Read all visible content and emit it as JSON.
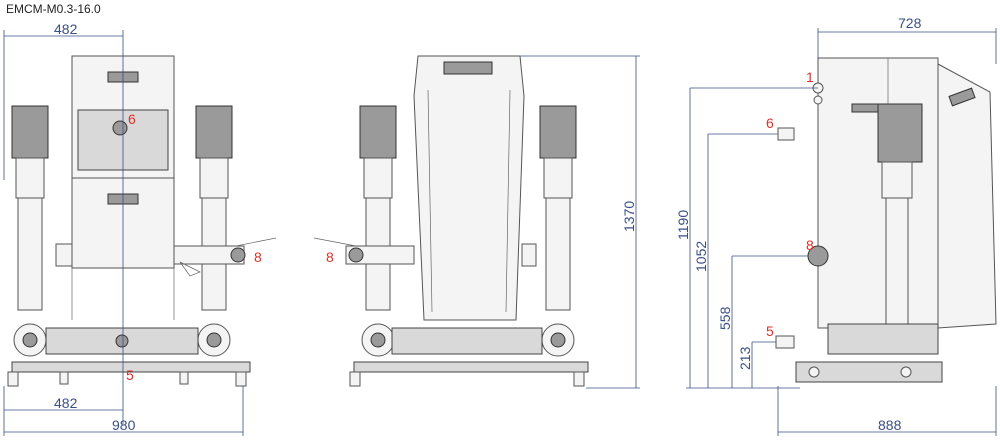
{
  "title": "EMCM-M0.3-16.0",
  "colors": {
    "dimension": "#3a4f86",
    "callout": "#e0302a",
    "equipment": "#555555"
  },
  "front_view": {
    "dim_top_width": "482",
    "dim_bottom_inner": "482",
    "dim_bottom_total": "980",
    "callout_upper": "6",
    "callout_lower": "5",
    "callout_valve": "8"
  },
  "rear_view": {
    "dim_height": "1370",
    "callout_valve": "8"
  },
  "side_view": {
    "dim_depth_top": "728",
    "dim_depth_bottom": "888",
    "dim_h1": "1190",
    "dim_h2": "1052",
    "dim_h3": "558",
    "dim_h4": "213",
    "callout_1": "1",
    "callout_6": "6",
    "callout_8": "8",
    "callout_5": "5"
  }
}
